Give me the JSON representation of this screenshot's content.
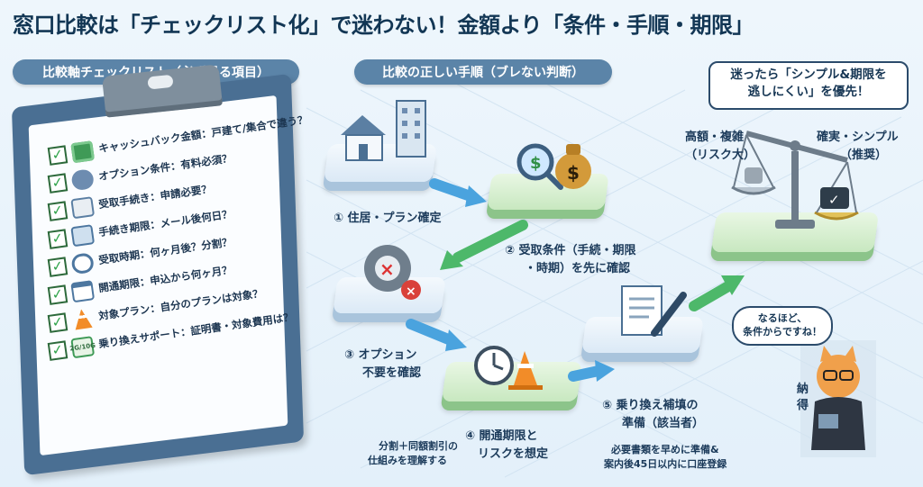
{
  "title": "窓口比較は「チェックリスト化」で迷わない！金額より「条件・手順・期限」",
  "left_panel": {
    "header": "比較軸チェックリスト（必ず見る項目）",
    "items": [
      {
        "text": "キャッシュバック金額：戸建て/集合で違う？",
        "icon": "cash-icon"
      },
      {
        "text": "オプション条件：有料必須？",
        "icon": "gear-option-icon"
      },
      {
        "text": "受取手続き：申請必要？",
        "icon": "pencil-icon"
      },
      {
        "text": "手続き期限：メール後何日？",
        "icon": "laptop-mail-icon"
      },
      {
        "text": "受取時期：何ヶ月後？分割？",
        "icon": "clock-icon"
      },
      {
        "text": "開通期限：申込から何ヶ月？",
        "icon": "calendar-icon"
      },
      {
        "text": "対象プラン：自分のプランは対象？",
        "icon": "traffic-cone-icon"
      },
      {
        "text": "乗り換えサポート：証明書・対象費用は？",
        "icon": "document-arrow-icon"
      }
    ],
    "extra_label": "2G/10G"
  },
  "flow": {
    "header": "比較の正しい手順（ブレない判断）",
    "steps": [
      {
        "label": "① 住居・プラン確定"
      },
      {
        "label_line1": "② 受取条件（手続・期限",
        "label_line2": "・時期）を先に確認"
      },
      {
        "label_line1": "③ オプション",
        "label_line2": "不要を確認"
      },
      {
        "label_line1": "④ 開通期限と",
        "label_line2": "リスクを想定",
        "note_line1": "分割＋同額割引の",
        "note_line2": "仕組みを理解する"
      },
      {
        "label_line1": "⑤ 乗り換え補填の",
        "label_line2": "準備（該当者）",
        "note_line1": "必要書類を早めに準備&",
        "note_line2": "案内後45日以内に口座登録"
      }
    ]
  },
  "scale": {
    "bubble_line1": "迷ったら「シンプル&期限を",
    "bubble_line2": "逃しにくい」を優先！",
    "left_label_line1": "高額・複雑",
    "left_label_line2": "（リスク大）",
    "right_label_line1": "確実・シンプル",
    "right_label_line2": "（推奨）"
  },
  "mascot": {
    "bubble_line1": "なるほど、",
    "bubble_line2": "条件からですね！",
    "badge_line1": "納",
    "badge_line2": "得"
  },
  "colors": {
    "accent_blue": "#5b84a8",
    "check_green": "#2fa34a",
    "platform_green": "#c8e8c0",
    "arrow_blue": "#4aa3de",
    "arrow_green": "#4db86a"
  }
}
